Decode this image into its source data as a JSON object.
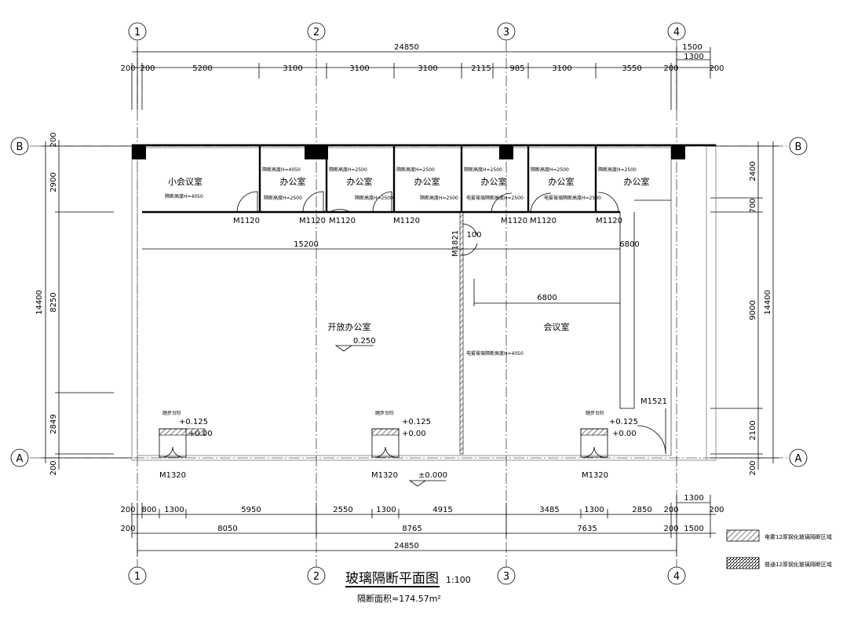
{
  "axes": {
    "cols": [
      "1",
      "2",
      "3",
      "4"
    ],
    "rows": [
      "A",
      "B"
    ]
  },
  "dims_top": {
    "overall": "24850",
    "right_extra": [
      "1500",
      "1300"
    ],
    "segments": [
      "200",
      "200",
      "5200",
      "3100",
      "3100",
      "3100",
      "2115",
      "985",
      "3100",
      "3550",
      "200",
      "200"
    ]
  },
  "dims_bottom": {
    "row1": [
      "200",
      "800",
      "1300",
      "5950",
      "2550",
      "1300",
      "4915",
      "3485",
      "1300",
      "2850",
      "200",
      "200"
    ],
    "row1_extra": "1300",
    "row2": [
      "200",
      "8050",
      "8765",
      "7635",
      "200",
      "1500"
    ],
    "overall": "24850"
  },
  "dims_left": {
    "overall": "14400",
    "segments": [
      "200",
      "2900",
      "8250",
      "2849",
      "200"
    ]
  },
  "dims_right": {
    "overall": "14400",
    "segments": [
      "2400",
      "700",
      "9000",
      "2100",
      "200"
    ]
  },
  "interior_dims": {
    "corridor": "15200",
    "right_top": "6800",
    "meeting": "6800",
    "door_gap": "100"
  },
  "rooms": {
    "small_meeting": "小会议室",
    "office": "办公室",
    "open_office": "开放办公室",
    "meeting": "会议室"
  },
  "heights": {
    "h4050": "隔断高度H=4050",
    "h2500": "隔断高度H=2500",
    "smart_h2500": "电雾玻璃隔断高度H=2500",
    "smart_h4050": "电雾玻璃隔断高度H=4050"
  },
  "doors": {
    "m1120": "M1120",
    "m1821": "M1821",
    "m1521": "M1521",
    "m1320": "M1320"
  },
  "elevations": {
    "step": "+0.125",
    "floor": "+0.00",
    "open_office": "0.250",
    "main": "±0.000",
    "step_label": "踏步台阶"
  },
  "title": {
    "main": "玻璃隔断平面图",
    "scale": "1:100",
    "area": "隔断面积≈174.57m²"
  },
  "legend": [
    {
      "pattern": "hatch",
      "label": "电雾12厚钢化玻璃隔断区域"
    },
    {
      "pattern": "speckle",
      "label": "普通12厚钢化玻璃隔断区域"
    }
  ]
}
